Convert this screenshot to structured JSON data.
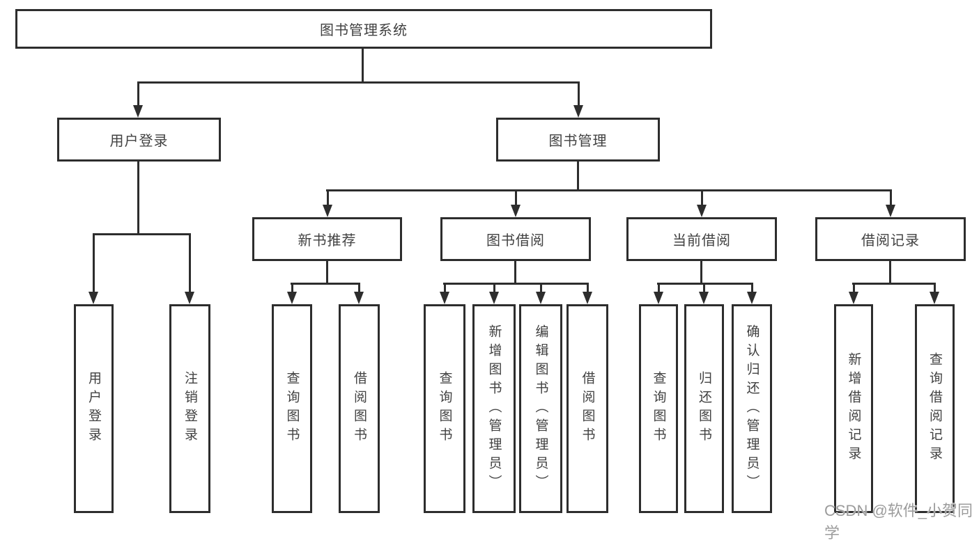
{
  "colors": {
    "line": "#2d2d2d",
    "text": "#414141",
    "wm": "#9c9c9c"
  },
  "diagram": {
    "root": "图书管理系统",
    "branches": [
      {
        "label": "用户登录",
        "children": [
          "用户登录",
          "注销登录"
        ]
      },
      {
        "label": "图书管理",
        "groups": [
          {
            "label": "新书推荐",
            "children": [
              "查询图书",
              "借阅图书"
            ]
          },
          {
            "label": "图书借阅",
            "children": [
              "查询图书",
              "新增图书（管理员）",
              "编辑图书（管理员）",
              "借阅图书"
            ]
          },
          {
            "label": "当前借阅",
            "children": [
              "查询图书",
              "归还图书",
              "确认归还（管理员）"
            ]
          },
          {
            "label": "借阅记录",
            "children": [
              "新增借阅记录",
              "查询借阅记录"
            ]
          }
        ]
      }
    ]
  },
  "watermark": {
    "text": "CSDN @软件_小贺同学"
  }
}
